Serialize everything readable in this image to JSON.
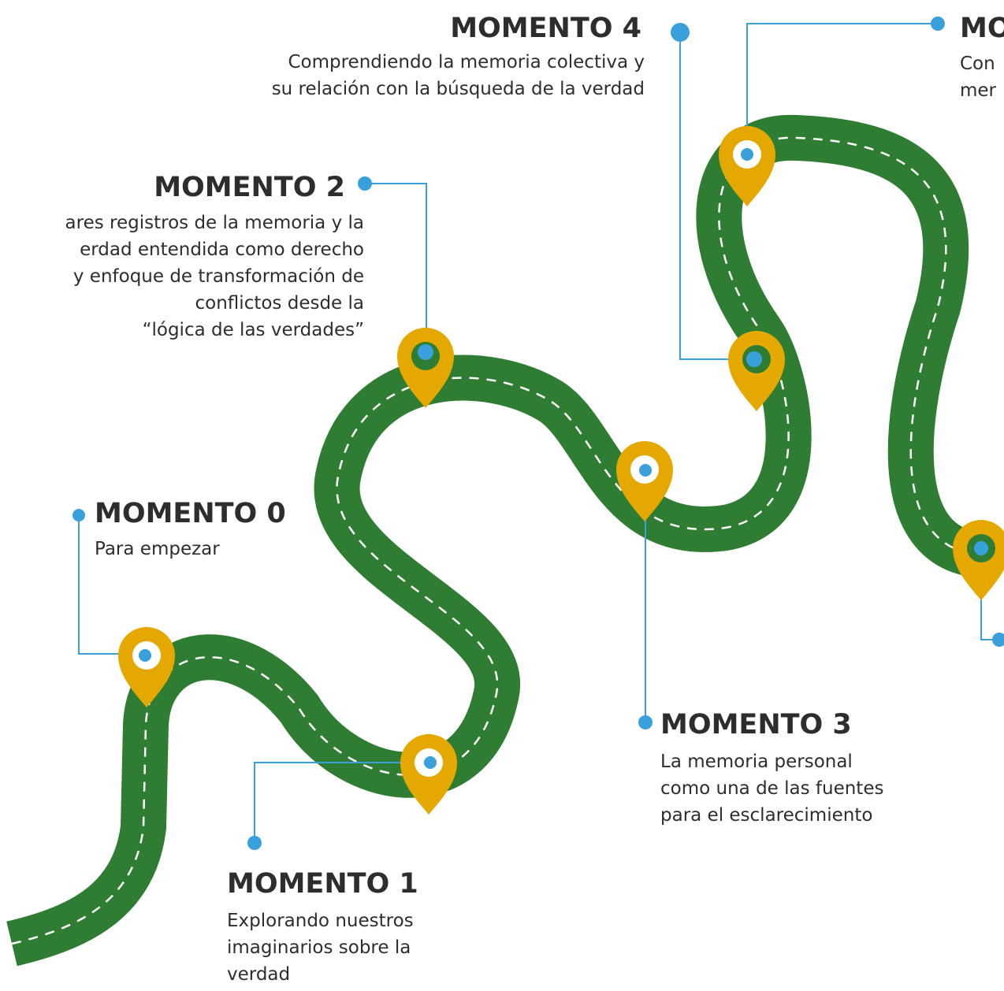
{
  "colors": {
    "road": "#2e7d32",
    "lane_marking": "#ffffff",
    "pin": "#e5a800",
    "pin_center": "#ffffff",
    "connector": "#3aa0dc",
    "text": "#2d2d2d"
  },
  "moments": [
    {
      "title": "MOMENTO 0",
      "lines": [
        "Para empezar"
      ]
    },
    {
      "title": "MOMENTO 1",
      "lines": [
        "Explorando nuestros",
        "imaginarios sobre la",
        "verdad"
      ]
    },
    {
      "title": "MOMENTO 2",
      "lines": [
        "ares registros de la memoria y la",
        "erdad entendida como derecho",
        "y enfoque de transformación de",
        "conflictos desde la",
        "“lógica de las verdades”"
      ]
    },
    {
      "title": "MOMENTO 3",
      "lines": [
        "La memoria personal",
        "como una de las fuentes",
        "para el esclarecimiento"
      ]
    },
    {
      "title": "MOMENTO 4",
      "lines": [
        "Comprendiendo la memoria colectiva y",
        "su relación con la búsqueda de la verdad"
      ]
    },
    {
      "title": "MO",
      "lines": [
        "Con",
        "mer"
      ]
    }
  ]
}
